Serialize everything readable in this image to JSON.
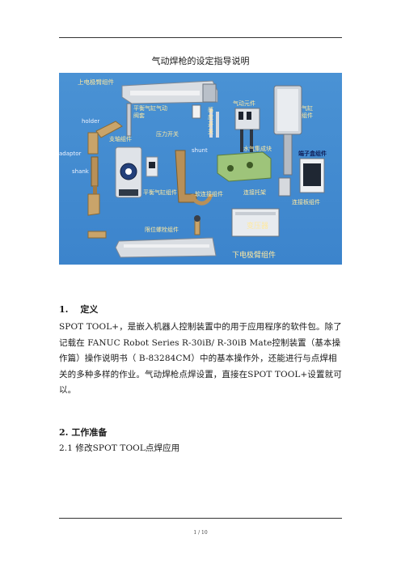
{
  "title": "气动焊枪的设定指导说明",
  "figure": {
    "labels": {
      "upper_arm": "上电极臂组件",
      "balance_cyl_rod": "平衡气缸气动阀套",
      "sensing_switch": "感应开关",
      "pneumatic_elem": "气动元件",
      "cylinder": "气缸组件",
      "holder": "holder",
      "pressure_switch": "压力开关",
      "support": "支轴组件",
      "adaptor": "adaptor",
      "shank": "shank",
      "shunt": "shunt",
      "water_manifold": "水气集成块",
      "terminal_box": "端子盒组件",
      "balance_cyl": "平衡气缸组件",
      "soft_conn": "软连接组件",
      "conn_bracket": "连接托架",
      "conn_plate": "连接板组件",
      "transformer": "变压器",
      "limit_bolt": "限位螺栓组件",
      "lower_arm": "下电极臂组件"
    }
  },
  "section1": {
    "heading": "1.　 定义",
    "body": "SPOT TOOL+，是嵌入机器人控制装置中的用于应用程序的软件包。除了记载在 FANUC Robot Series R-30iB/ R-30iB Mate控制装置（基本操作篇）操作说明书（ B-83284CM）中的基本操作外，还能进行与点焊相关的多种多样的作业。气动焊枪点焊设置，直接在SPOT TOOL+设置就可以。"
  },
  "section2": {
    "heading": "2. 工作准备",
    "sub": "2.1 修改SPOT TOOL点焊应用"
  },
  "footer": "1 / 10"
}
